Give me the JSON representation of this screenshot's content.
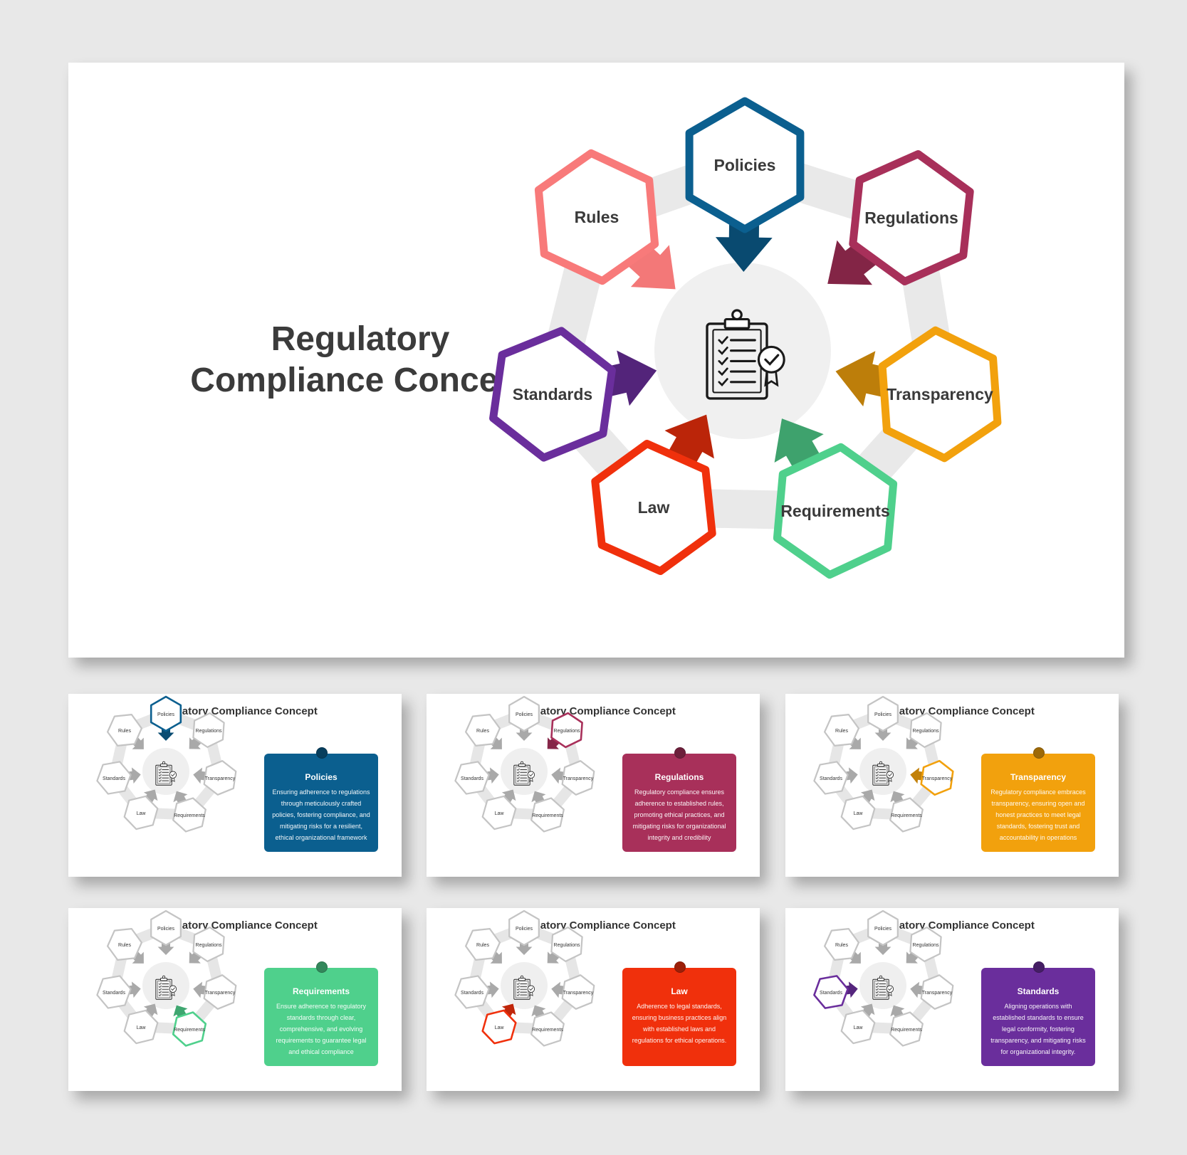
{
  "main": {
    "title_line1": "Regulatory",
    "title_line2": "Compliance Concept",
    "center_icon": "clipboard-checklist-icon",
    "nodes": [
      {
        "label": "Policies",
        "color": "#0b5f8f"
      },
      {
        "label": "Regulations",
        "color": "#a8305a"
      },
      {
        "label": "Transparency",
        "color": "#f2a10d"
      },
      {
        "label": "Requirements",
        "color": "#4fd08c"
      },
      {
        "label": "Law",
        "color": "#f0300c"
      },
      {
        "label": "Standards",
        "color": "#6a2e9c"
      },
      {
        "label": "Rules",
        "color": "#f87a7a"
      }
    ]
  },
  "thumbnails": [
    {
      "title": "Regulatory Compliance Concept",
      "highlight": 0,
      "card_title": "Policies",
      "card_text": "Ensuring adherence to regulations through meticulously crafted policies, fostering compliance, and mitigating risks for a resilient, ethical organizational framework",
      "color": "#0b5f8f"
    },
    {
      "title": "Regulatory Compliance Concept",
      "highlight": 1,
      "card_title": "Regulations",
      "card_text": "Regulatory compliance ensures adherence to established rules, promoting ethical practices, and mitigating risks for organizational integrity and credibility",
      "color": "#a8305a"
    },
    {
      "title": "Regulatory Compliance Concept",
      "highlight": 2,
      "card_title": "Transparency",
      "card_text": "Regulatory compliance embraces transparency, ensuring open and honest practices to meet legal standards, fostering trust and accountability in operations",
      "color": "#f2a10d"
    },
    {
      "title": "Regulatory Compliance Concept",
      "highlight": 3,
      "card_title": "Requirements",
      "card_text": "Ensure adherence to regulatory standards through clear, comprehensive, and evolving requirements to guarantee legal and ethical compliance",
      "color": "#4fd08c"
    },
    {
      "title": "Regulatory Compliance Concept",
      "highlight": 4,
      "card_title": "Law",
      "card_text": "Adherence to legal standards, ensuring business practices align with established laws and regulations for ethical operations.",
      "color": "#f0300c"
    },
    {
      "title": "Regulatory Compliance Concept",
      "highlight": 5,
      "card_title": "Standards",
      "card_text": "Aligning operations with established standards to ensure legal conformity, fostering transparency, and mitigating risks for organizational integrity.",
      "color": "#6a2e9c"
    }
  ]
}
